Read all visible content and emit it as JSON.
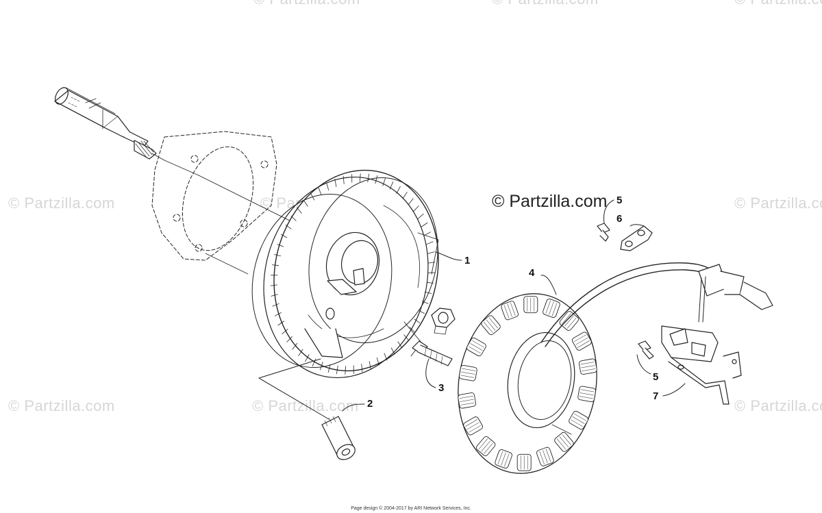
{
  "watermark": {
    "text": "© Partzilla.com",
    "featured_text": "© Partzilla.com"
  },
  "callouts": {
    "c1": "1",
    "c2": "2",
    "c3": "3",
    "c4": "4",
    "c5a": "5",
    "c6": "6",
    "c5b": "5",
    "c7": "7"
  },
  "footer": {
    "text": "Page design © 2004-2017 by ARI Network Services, Inc."
  },
  "colors": {
    "line": "#222222",
    "watermark": "#d6d6d6"
  }
}
